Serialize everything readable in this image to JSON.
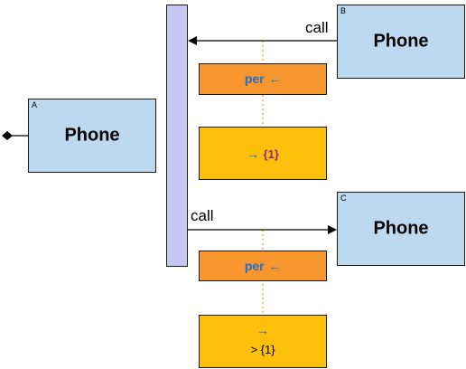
{
  "diagram": {
    "phone_a": {
      "letter": "A",
      "label": "Phone"
    },
    "phone_b": {
      "letter": "B",
      "label": "Phone"
    },
    "phone_c": {
      "letter": "C",
      "label": "Phone"
    },
    "parallel_symbol": "&",
    "call_top": "call",
    "call_bottom": "call",
    "top_per": {
      "label": "per",
      "arrow": "←"
    },
    "top_target": {
      "arrow": "→",
      "ref": "{1}"
    },
    "bottom_per": {
      "label": "per",
      "arrow": "←"
    },
    "bottom_target": {
      "arrow": "→",
      "card": "> {1}"
    },
    "colors": {
      "phone_fill": "#bcd9ef",
      "bar_fill": "#c6c6f0",
      "orange_fill": "#f7962d",
      "yellow_fill": "#fcc00a",
      "accent_blue": "#1f6fd1",
      "accent_purple": "#a0208a"
    }
  }
}
